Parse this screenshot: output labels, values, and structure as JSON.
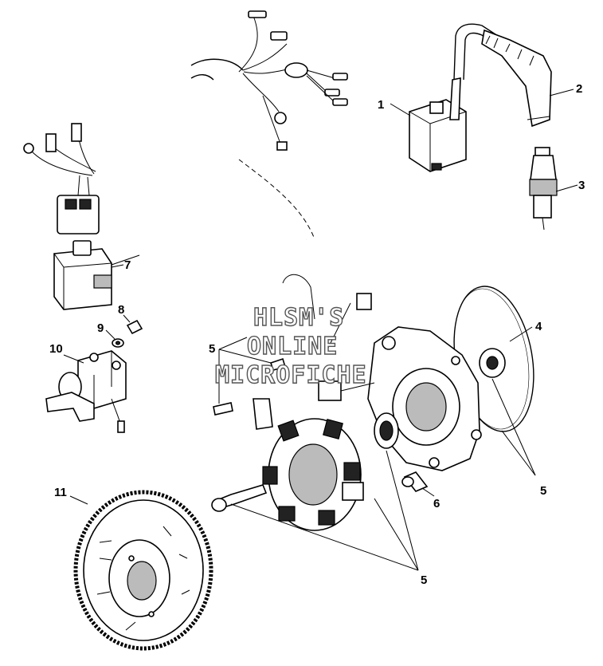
{
  "watermark": {
    "line1": "HLSM'S",
    "line2": "ONLINE",
    "line3": "MICROFICHE"
  },
  "callouts": {
    "c1": "1",
    "c2": "2",
    "c3": "3",
    "c4": "4",
    "c5a": "5",
    "c5b": "5",
    "c5c": "5",
    "c6": "6",
    "c7": "7",
    "c8": "8",
    "c9": "9",
    "c10": "10",
    "c11": "11"
  }
}
